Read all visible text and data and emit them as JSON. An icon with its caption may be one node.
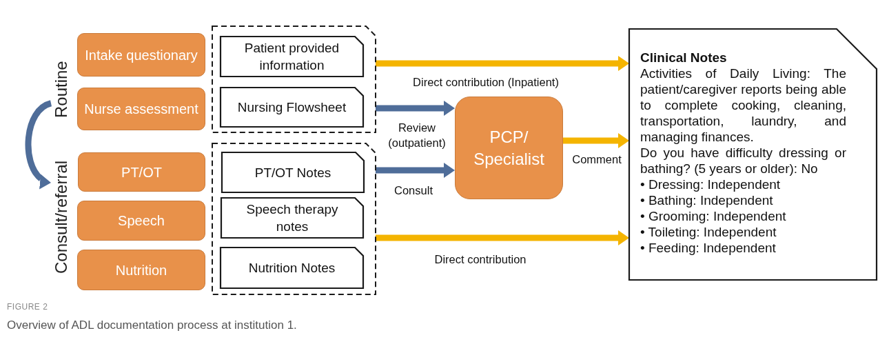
{
  "diagram": {
    "caption": "Overview of ADL documentation process at institution 1.",
    "nodes": [
      {
        "text": [
          "Routine"
        ]
      },
      {
        "text": [
          "Consult/referral"
        ]
      },
      {
        "text": [
          "Intake questionary"
        ]
      },
      {
        "text": [
          "Nurse assessment"
        ]
      },
      {
        "text": [
          "PT/OT"
        ]
      },
      {
        "text": [
          "Speech"
        ]
      },
      {
        "text": [
          "Nutrition"
        ]
      },
      {
        "text": [],
        "shape": "box"
      },
      {
        "text": [
          "Patient provided information"
        ],
        "in": 7
      },
      {
        "text": [
          "Nursing Flowsheet"
        ],
        "in": 7
      },
      {
        "text": [],
        "shape": "box"
      },
      {
        "text": [
          "PT/OT Notes"
        ],
        "in": 10
      },
      {
        "text": [
          "Speech therapy notes"
        ],
        "in": 10
      },
      {
        "text": [
          "Nutrition Notes"
        ],
        "in": 10
      },
      {
        "text": [
          "PCP/ Specialist"
        ]
      },
      {
        "text": [
          "Clinical Notes",
          "Activities of Daily Living: The patient/caregiver reports being able to complete cooking, cleaning, transportation, laundry, and managing finances.",
          "Do you have difficulty dressing or bathing? (5 years or older): No",
          "• Dressing: Independent",
          "• Bathing: Independent",
          "• Grooming: Independent",
          "• Toileting: Independent",
          "• Feeding: Independent"
        ]
      }
    ],
    "edges": [
      {
        "from": 0,
        "to": 1,
        "arrow": "to",
        "color": "#4f6d99"
      },
      {
        "from": 7,
        "to": 15,
        "arrow": "to",
        "label": "Direct contribution (Inpatient)",
        "color": "#f4b400"
      },
      {
        "from": 7,
        "to": 14,
        "arrow": "to",
        "label": "Review (outpatient)",
        "color": "#4f6d99"
      },
      {
        "from": 10,
        "to": 14,
        "arrow": "to",
        "label": "Consult",
        "color": "#4f6d99"
      },
      {
        "from": 14,
        "to": 15,
        "arrow": "to",
        "label": "Comment",
        "color": "#f4b400"
      },
      {
        "from": 10,
        "to": 15,
        "arrow": "to",
        "label": "Direct contribution",
        "color": "#f4b400"
      }
    ],
    "labels": [
      "FIGURE 2"
    ]
  }
}
